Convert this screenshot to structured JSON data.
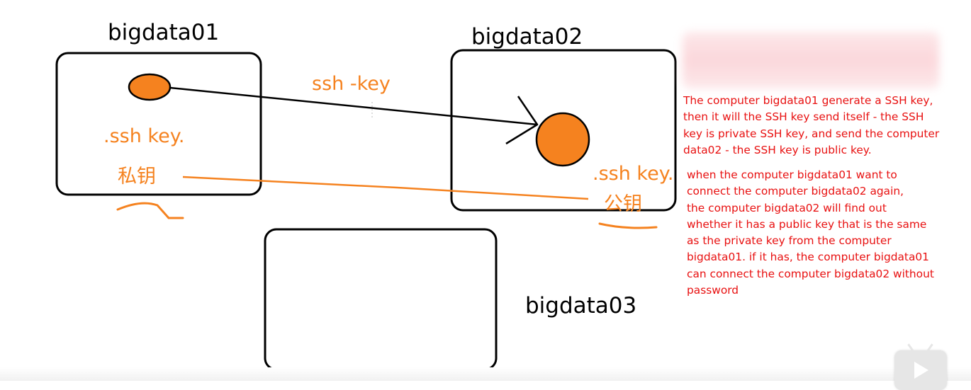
{
  "nodes": {
    "bigdata01": "bigdata01",
    "bigdata02": "bigdata02",
    "bigdata03": "bigdata03"
  },
  "arrow_label": "ssh -key",
  "left_key_label": ".ssh key.",
  "left_key_cn": "私钥",
  "right_key_label": ".ssh key.",
  "right_key_cn": "公钥",
  "notes": {
    "first": "The computer bigdata01 generate a SSH key,\nthen it will the SSH key send itself - the SSH\nkey is private SSH key, and send the computer\ndata02 - the SSH key is public key.",
    "second": "when the computer bigdata01 want to\nconnect the computer bigdata02 again,\nthe computer bigdata02 will find out\nwhether it has a public key that is the same\nas the private key from the computer\nbigdata01. if it has, the computer bigdata01\ncan connect the computer bigdata02 without\npassword"
  },
  "colors": {
    "orange": "#f5821f",
    "note_red": "#e81010",
    "stroke": "#000000"
  },
  "icons": [
    "play-icon"
  ]
}
